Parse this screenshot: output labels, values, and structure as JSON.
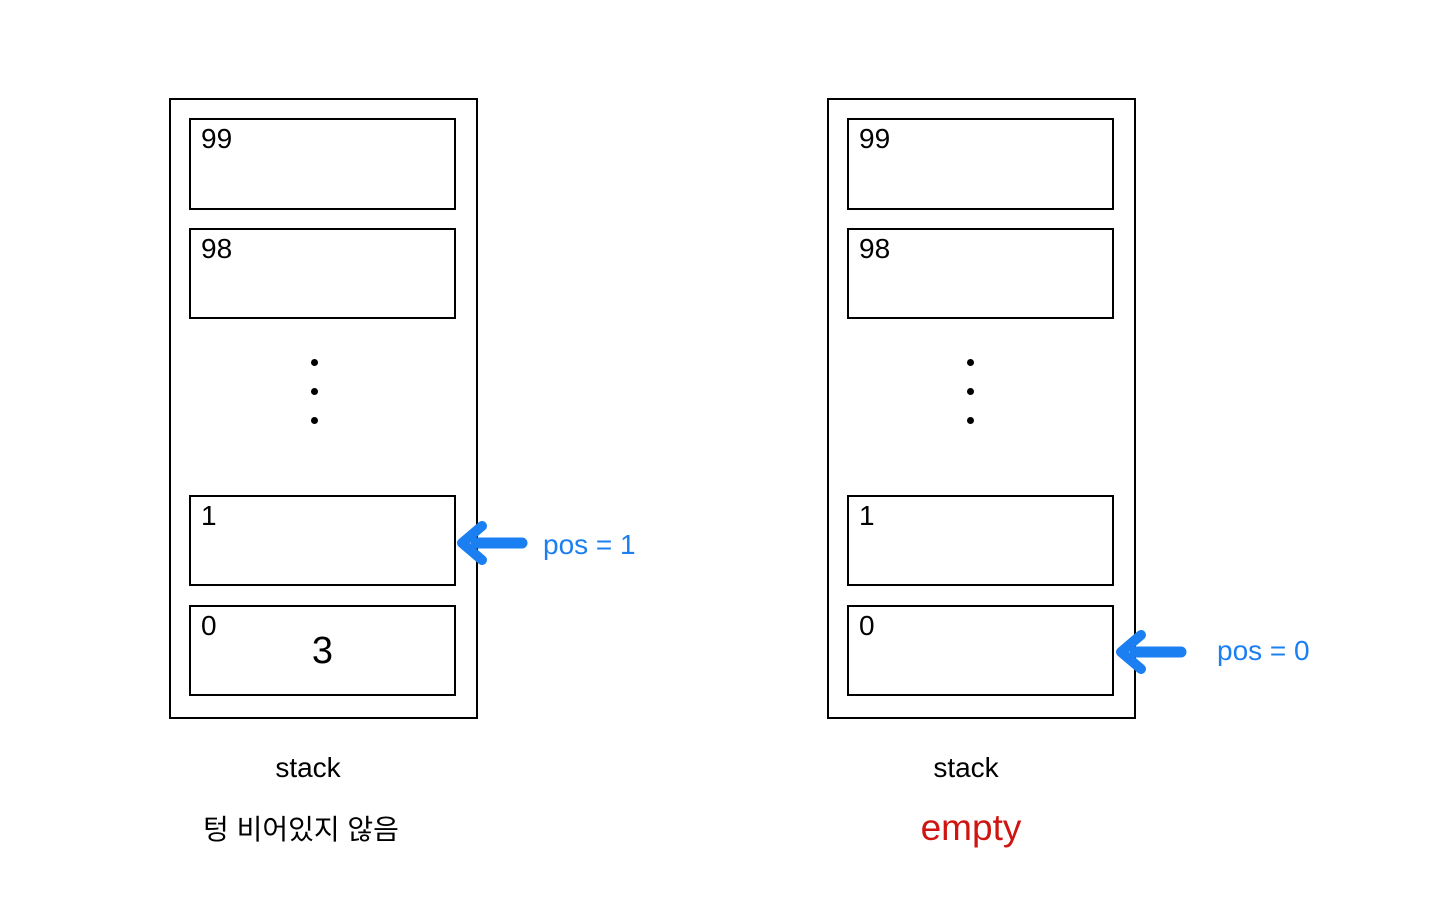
{
  "colors": {
    "arrow": "#1b7ff2",
    "empty_text": "#cf1511",
    "stroke": "#000000"
  },
  "stacks": [
    {
      "caption": "stack",
      "status": "텅 비어있지 않음",
      "pointer_label": "pos = 1",
      "pointer_slot": "1",
      "slots": [
        {
          "index": "99",
          "value": ""
        },
        {
          "index": "98",
          "value": ""
        },
        {
          "index": "1",
          "value": ""
        },
        {
          "index": "0",
          "value": "3"
        }
      ]
    },
    {
      "caption": "stack",
      "status": "empty",
      "pointer_label": "pos = 0",
      "pointer_slot": "0",
      "slots": [
        {
          "index": "99",
          "value": ""
        },
        {
          "index": "98",
          "value": ""
        },
        {
          "index": "1",
          "value": ""
        },
        {
          "index": "0",
          "value": ""
        }
      ]
    }
  ]
}
